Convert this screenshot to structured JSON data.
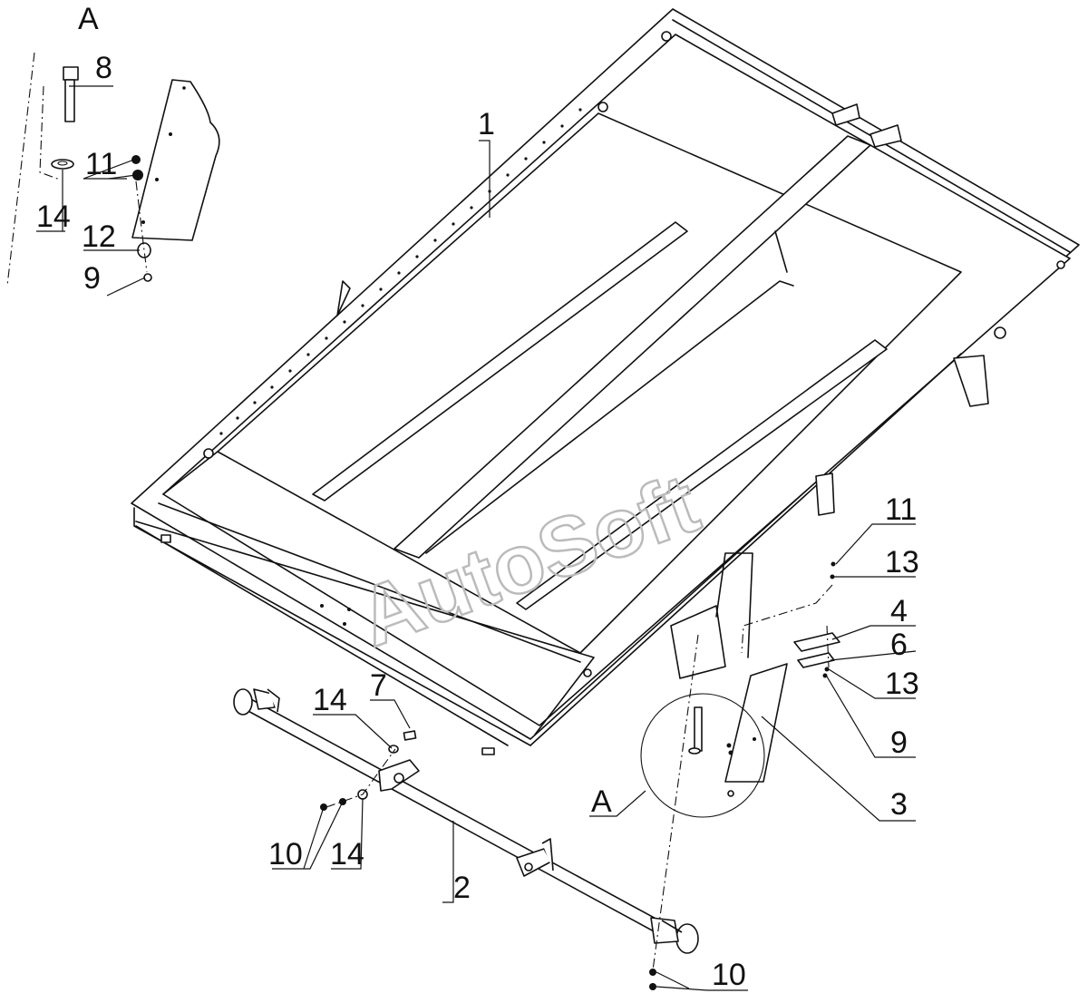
{
  "watermark": "AutoSoft",
  "view_label": "A",
  "callouts": [
    {
      "id": "c8",
      "text": "8"
    },
    {
      "id": "c11a",
      "text": "11"
    },
    {
      "id": "c14a",
      "text": "14"
    },
    {
      "id": "c12",
      "text": "12"
    },
    {
      "id": "c9a",
      "text": "9"
    },
    {
      "id": "c1",
      "text": "1"
    },
    {
      "id": "c11b",
      "text": "11"
    },
    {
      "id": "c13a",
      "text": "13"
    },
    {
      "id": "c4",
      "text": "4"
    },
    {
      "id": "c6",
      "text": "6"
    },
    {
      "id": "c13b",
      "text": "13"
    },
    {
      "id": "c9b",
      "text": "9"
    },
    {
      "id": "c3",
      "text": "3"
    },
    {
      "id": "cA",
      "text": "A"
    },
    {
      "id": "c14b",
      "text": "14"
    },
    {
      "id": "c7",
      "text": "7"
    },
    {
      "id": "c10a",
      "text": "10"
    },
    {
      "id": "c14c",
      "text": "14"
    },
    {
      "id": "c2",
      "text": "2"
    },
    {
      "id": "c10b",
      "text": "10"
    }
  ]
}
